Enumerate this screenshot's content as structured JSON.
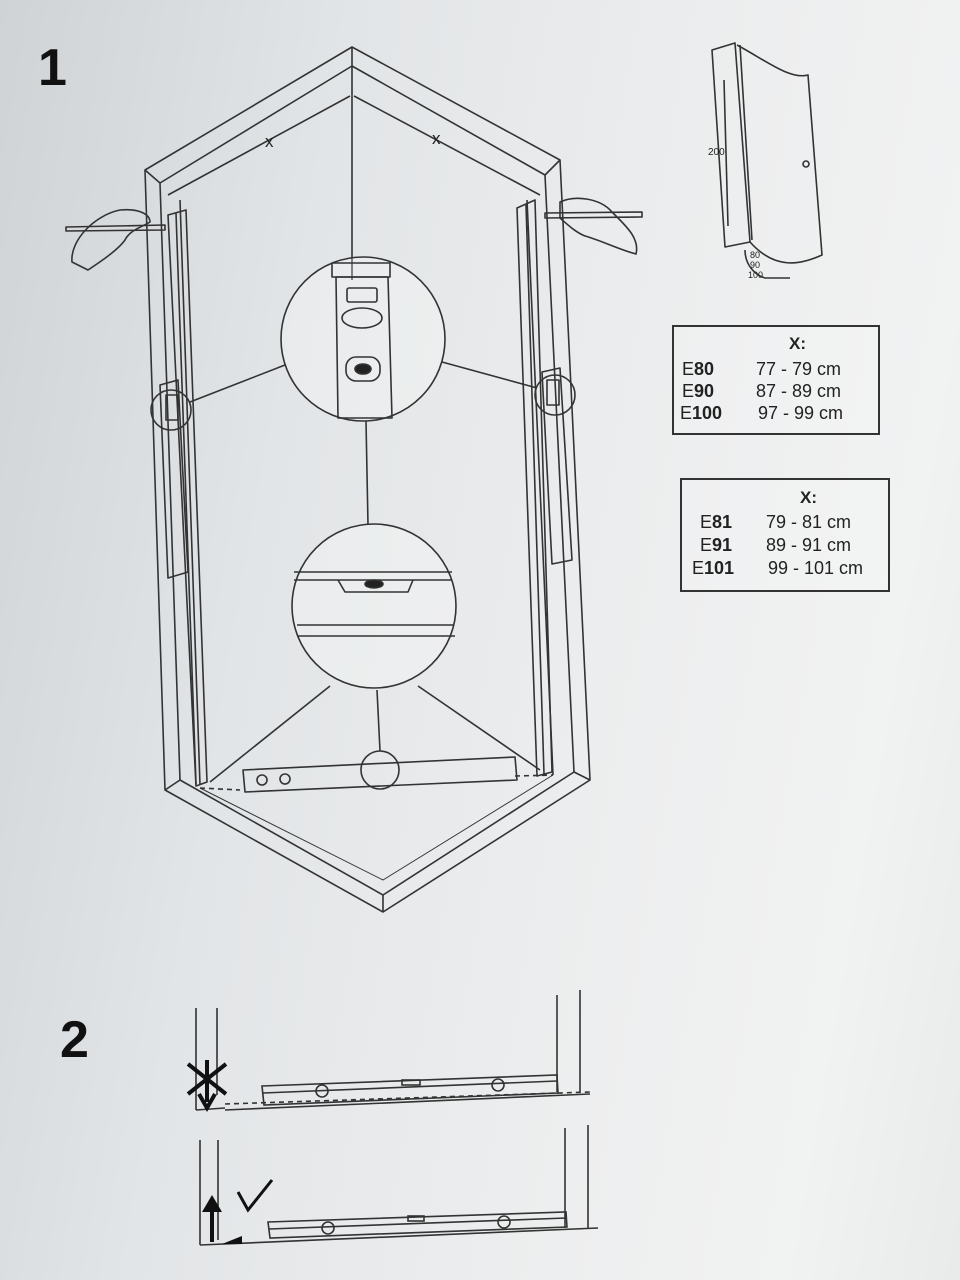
{
  "steps": {
    "step1": "1",
    "step2": "2"
  },
  "dimension_label": "x",
  "door_preview": {
    "height": "200",
    "widths": [
      "80",
      "90",
      "100"
    ]
  },
  "table_a": {
    "header": "X:",
    "rows": [
      {
        "prefix": "E",
        "code": "80",
        "range": "77 - 79 cm"
      },
      {
        "prefix": "E",
        "code": "90",
        "range": "87 - 89 cm"
      },
      {
        "prefix": "E",
        "code": "100",
        "range": "97 - 99 cm"
      }
    ]
  },
  "table_b": {
    "header": "X:",
    "rows": [
      {
        "prefix": "E",
        "code": "81",
        "range": "79 - 81 cm"
      },
      {
        "prefix": "E",
        "code": "91",
        "range": "89 - 91 cm"
      },
      {
        "prefix": "E",
        "code": "101",
        "range": "99 - 101 cm"
      }
    ]
  },
  "check_marks": {
    "wrong": "incorrect-placement",
    "right": "correct-placement"
  }
}
